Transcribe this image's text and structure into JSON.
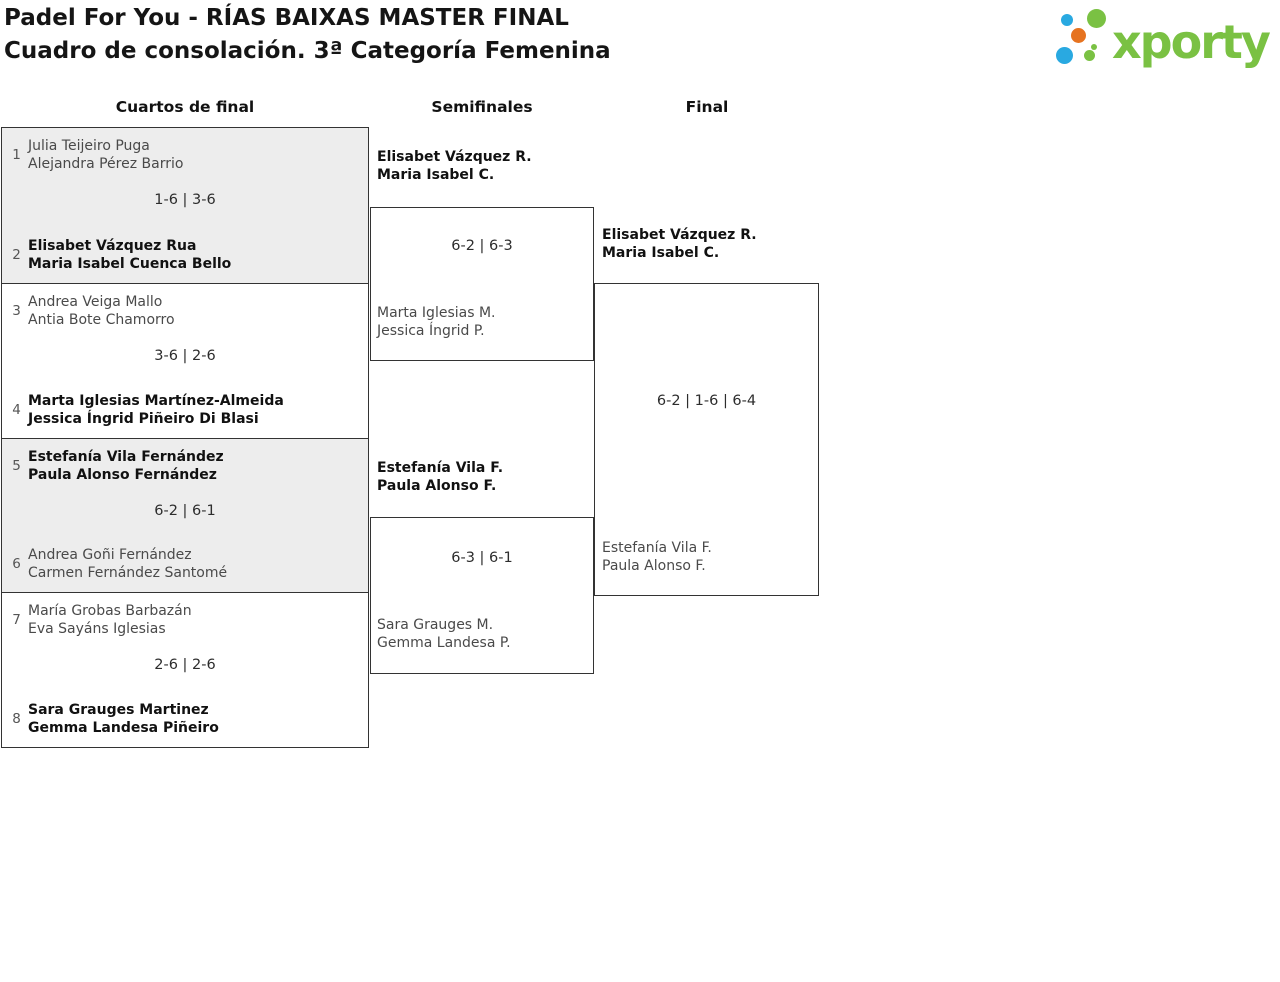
{
  "header": {
    "title_line1": "Padel For You - RÍAS BAIXAS MASTER FINAL",
    "title_line2": "Cuadro de consolación. 3ª Categoría Femenina",
    "logo_text": "xporty"
  },
  "rounds": [
    {
      "label": "Cuartos de final"
    },
    {
      "label": "Semifinales"
    },
    {
      "label": "Final"
    }
  ],
  "bracket": {
    "quarterfinals": [
      {
        "seed_top": "1",
        "team_top": [
          "Julia Teijeiro Puga",
          "Alejandra Pérez Barrio"
        ],
        "top_winner": false,
        "score": "1-6 | 3-6",
        "seed_bottom": "2",
        "team_bottom": [
          "Elisabet Vázquez Rua",
          "Maria Isabel Cuenca Bello"
        ],
        "bottom_winner": true
      },
      {
        "seed_top": "3",
        "team_top": [
          "Andrea Veiga Mallo",
          "Antia Bote Chamorro"
        ],
        "top_winner": false,
        "score": "3-6 | 2-6",
        "seed_bottom": "4",
        "team_bottom": [
          "Marta Iglesias Martínez-Almeida",
          "Jessica Íngrid Piñeiro Di Blasi"
        ],
        "bottom_winner": true
      },
      {
        "seed_top": "5",
        "team_top": [
          "Estefanía Vila Fernández",
          "Paula Alonso Fernández"
        ],
        "top_winner": true,
        "score": "6-2 | 6-1",
        "seed_bottom": "6",
        "team_bottom": [
          "Andrea Goñi Fernández",
          "Carmen Fernández Santomé"
        ],
        "bottom_winner": false
      },
      {
        "seed_top": "7",
        "team_top": [
          "María Grobas Barbazán",
          "Eva Sayáns Iglesias"
        ],
        "top_winner": false,
        "score": "2-6 | 2-6",
        "seed_bottom": "8",
        "team_bottom": [
          "Sara Grauges Martinez",
          "Gemma Landesa Piñeiro"
        ],
        "bottom_winner": true
      }
    ],
    "semifinals": [
      {
        "team_top": [
          "Elisabet Vázquez R.",
          "Maria Isabel C."
        ],
        "top_winner": true,
        "score": "6-2 | 6-3",
        "team_bottom": [
          "Marta Iglesias M.",
          "Jessica Íngrid P."
        ],
        "bottom_winner": false
      },
      {
        "team_top": [
          "Estefanía Vila F.",
          "Paula Alonso F."
        ],
        "top_winner": true,
        "score": "6-3 | 6-1",
        "team_bottom": [
          "Sara Grauges M.",
          "Gemma Landesa P."
        ],
        "bottom_winner": false
      }
    ],
    "final": {
      "team_top": [
        "Elisabet Vázquez R.",
        "Maria Isabel C."
      ],
      "top_winner": true,
      "score": "6-2 | 1-6 | 6-4",
      "team_bottom": [
        "Estefanía Vila F.",
        "Paula Alonso F."
      ],
      "bottom_winner": false
    }
  },
  "colors": {
    "brand_green": "#7ac143",
    "brand_blue": "#29a9e1",
    "brand_orange": "#e67320",
    "box_border": "#333333",
    "shaded_box_bg": "#ededed",
    "winner_text": "#111111",
    "loser_text": "#4a4a4a"
  }
}
